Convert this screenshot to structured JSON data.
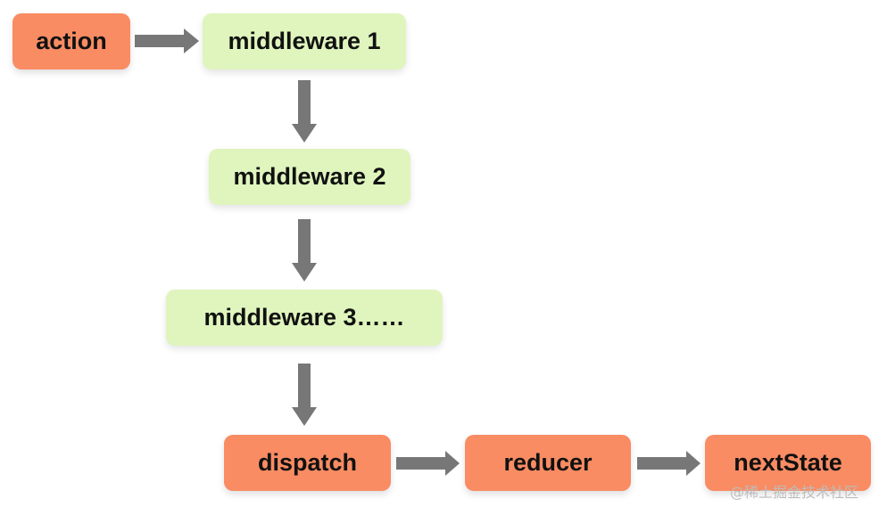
{
  "nodes": {
    "action": "action",
    "middleware1": "middleware 1",
    "middleware2": "middleware 2",
    "middleware3": "middleware 3……",
    "dispatch": "dispatch",
    "reducer": "reducer",
    "nextState": "nextState"
  },
  "watermark": "@稀土掘金技术社区",
  "colors": {
    "orange_node": "#f98c63",
    "green_node": "#dff5bd",
    "arrow": "#777777"
  }
}
